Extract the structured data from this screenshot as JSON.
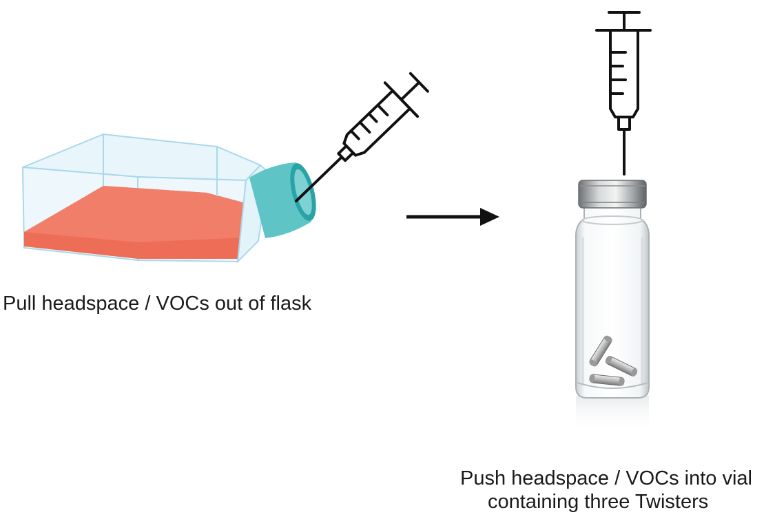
{
  "steps": [
    {
      "caption": "Pull headspace / VOCs out of flask",
      "icon": "culture-flask-with-syringe"
    },
    {
      "caption_line1": "Push headspace / VOCs into vial",
      "caption_line2": "containing three Twisters",
      "icon": "vial-with-syringe"
    }
  ],
  "arrow": {
    "icon": "right-arrow-icon"
  },
  "colors": {
    "medium": "#ee6d57",
    "cap": "#5ec4c6",
    "flask_edge": "#a9d8ec",
    "ink": "#111111"
  },
  "twister_count": 3
}
